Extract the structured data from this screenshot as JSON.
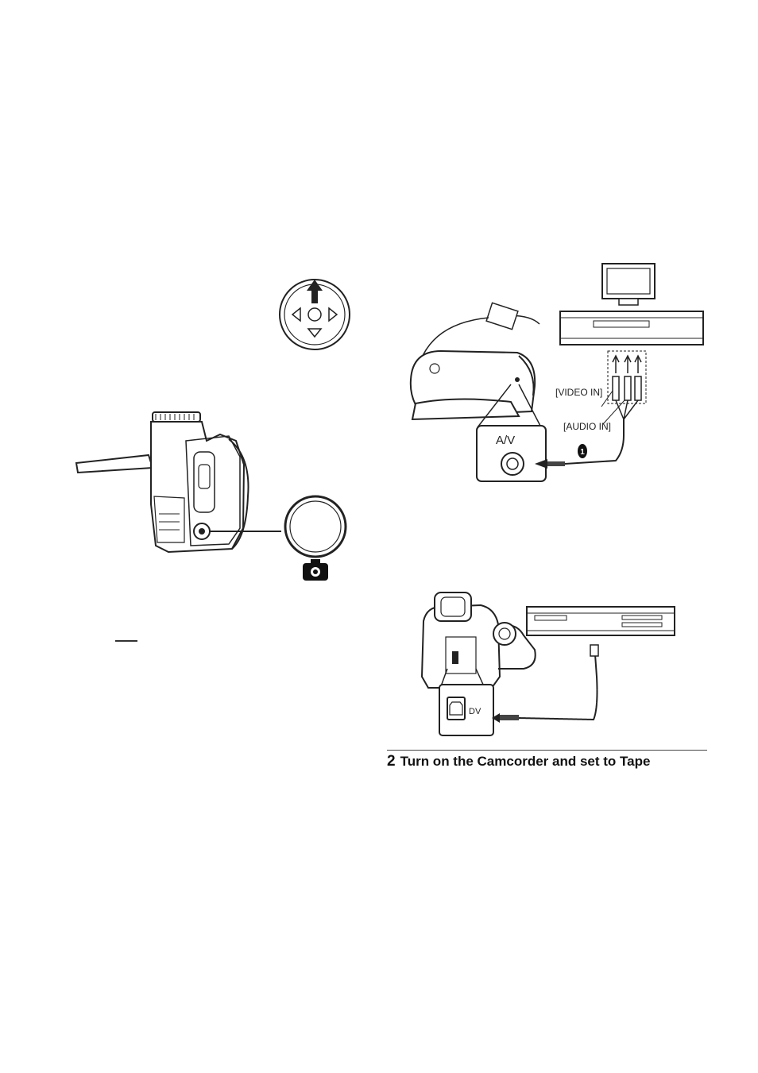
{
  "av_connection": {
    "jack_label": "A/V",
    "video_in_label": "[VIDEO IN]",
    "audio_in_label": "[AUDIO IN]",
    "marker": "1"
  },
  "dv_connection": {
    "jack_label": "DV"
  },
  "step": {
    "number": "2",
    "text": "Turn on the Camcorder and set to Tape"
  }
}
